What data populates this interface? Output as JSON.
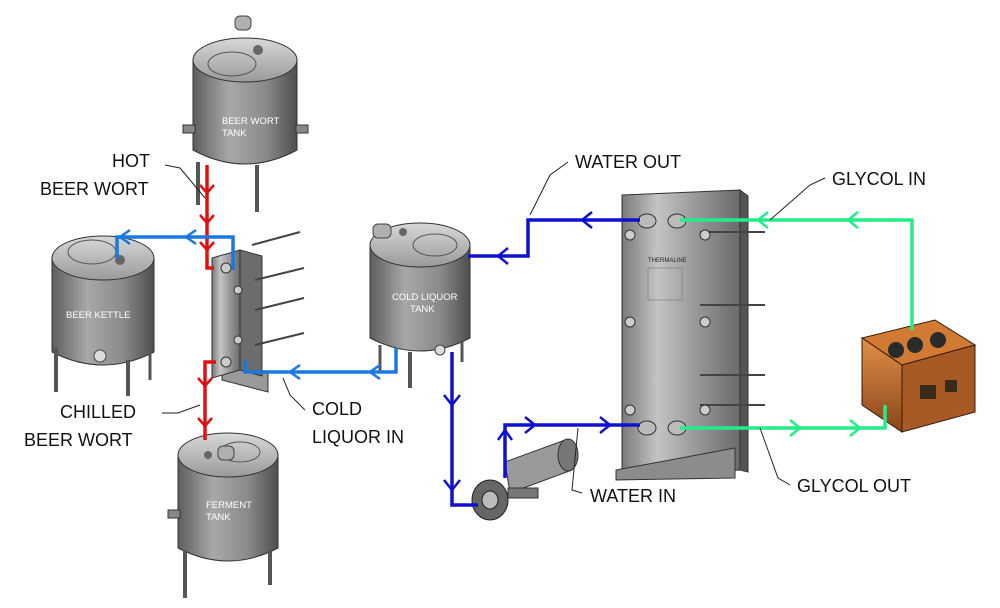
{
  "tank_labels": {
    "beer_wort_tank_1": "BEER WORT",
    "beer_wort_tank_2": "TANK",
    "beer_kettle": "BEER KETTLE",
    "cold_liquor_tank_1": "COLD LIQUOR",
    "cold_liquor_tank_2": "TANK",
    "ferment_tank_1": "FERMENT",
    "ferment_tank_2": "TANK"
  },
  "callouts": {
    "hot_1": "HOT",
    "hot_2": "BEER WORT",
    "chilled_1": "CHILLED",
    "chilled_2": "BEER WORT",
    "cold_liquor_in_1": "COLD",
    "cold_liquor_in_2": "LIQUOR IN",
    "water_out": "WATER OUT",
    "water_in": "WATER IN",
    "glycol_in": "GLYCOL IN",
    "glycol_out": "GLYCOL OUT"
  },
  "exchanger_brand": "THERMALINE",
  "colors": {
    "hot_wort": "#e01010",
    "cold_liquor": "#1a78e0",
    "water": "#1010d0",
    "glycol": "#22ee88",
    "tank_body": "#8e8e8e",
    "chiller": "#c06a28"
  }
}
